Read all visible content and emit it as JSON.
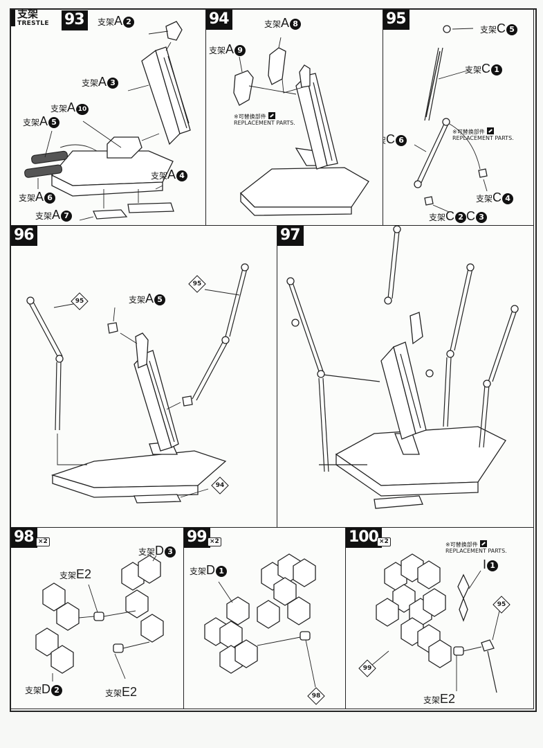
{
  "section": {
    "title_cn": "支架",
    "title_en": "TRESTLE"
  },
  "panels": [
    {
      "num": "93",
      "mult": ""
    },
    {
      "num": "94",
      "mult": ""
    },
    {
      "num": "95",
      "mult": ""
    },
    {
      "num": "96",
      "mult": ""
    },
    {
      "num": "97",
      "mult": ""
    },
    {
      "num": "98",
      "mult": "×2"
    },
    {
      "num": "99",
      "mult": "×2"
    },
    {
      "num": "100",
      "mult": "×2"
    }
  ],
  "stand_label": "支架",
  "replacement": {
    "cn": "※可替换部件",
    "en": "REPLACEMENT PARTS."
  },
  "labels": {
    "p93": [
      {
        "letter": "A",
        "num": "2"
      },
      {
        "letter": "A",
        "num": "3"
      },
      {
        "letter": "A",
        "num": "10"
      },
      {
        "letter": "A",
        "num": "5"
      },
      {
        "letter": "A",
        "num": "4"
      },
      {
        "letter": "A",
        "num": "6"
      },
      {
        "letter": "A",
        "num": "7"
      }
    ],
    "p94": [
      {
        "letter": "A",
        "num": "8"
      },
      {
        "letter": "A",
        "num": "9"
      }
    ],
    "p95": [
      {
        "letter": "C",
        "num": "5"
      },
      {
        "letter": "C",
        "num": "1"
      },
      {
        "letter": "C",
        "num": "6"
      },
      {
        "letter": "C",
        "num": "4"
      },
      {
        "letter": "C",
        "num": "2",
        "num2": "3"
      }
    ],
    "p96": [
      {
        "letter": "A",
        "num": "5"
      }
    ],
    "p98": [
      {
        "letter": "D",
        "num": "3"
      },
      {
        "letter": "E2",
        "num": ""
      },
      {
        "letter": "D",
        "num": "2"
      },
      {
        "letter": "E2",
        "num": ""
      }
    ],
    "p99": [
      {
        "letter": "D",
        "num": "1"
      }
    ],
    "p100": [
      {
        "letter": "I",
        "num": "1",
        "nolabel": true
      },
      {
        "letter": "E2",
        "num": ""
      }
    ]
  },
  "refs": {
    "p96": [
      "95",
      "95",
      "94"
    ],
    "p99": [
      "98"
    ],
    "p100": [
      "99",
      "95"
    ]
  }
}
